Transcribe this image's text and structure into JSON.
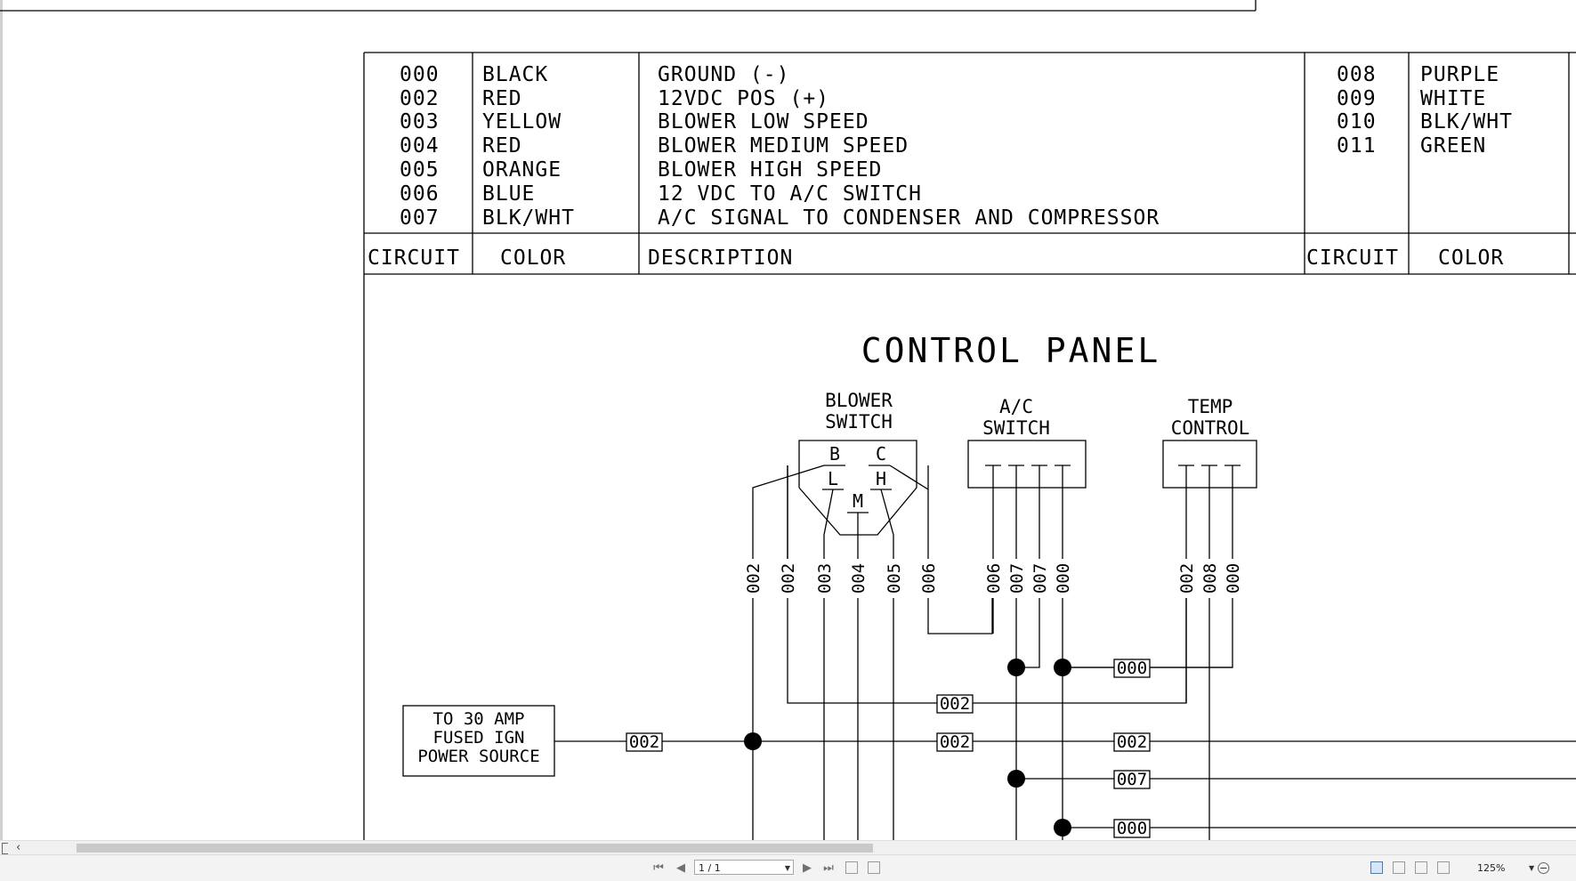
{
  "legend": {
    "headers": {
      "circuit": "CIRCUIT",
      "color": "COLOR",
      "description": "DESCRIPTION",
      "circuit2": "CIRCUIT",
      "color2": "COLOR"
    },
    "left_rows": [
      {
        "circuit": "000",
        "color": "BLACK",
        "description": "GROUND (-)"
      },
      {
        "circuit": "002",
        "color": "RED",
        "description": "12VDC POS (+)"
      },
      {
        "circuit": "003",
        "color": "YELLOW",
        "description": "BLOWER LOW SPEED"
      },
      {
        "circuit": "004",
        "color": "RED",
        "description": "BLOWER MEDIUM SPEED"
      },
      {
        "circuit": "005",
        "color": "ORANGE",
        "description": "BLOWER HIGH SPEED"
      },
      {
        "circuit": "006",
        "color": "BLUE",
        "description": "12 VDC TO A/C SWITCH"
      },
      {
        "circuit": "007",
        "color": "BLK/WHT",
        "description": "A/C SIGNAL TO CONDENSER AND COMPRESSOR"
      }
    ],
    "right_rows": [
      {
        "circuit": "008",
        "color": "PURPLE"
      },
      {
        "circuit": "009",
        "color": "WHITE"
      },
      {
        "circuit": "010",
        "color": "BLK/WHT"
      },
      {
        "circuit": "011",
        "color": "GREEN"
      }
    ]
  },
  "diagram": {
    "title": "CONTROL PANEL",
    "blower_switch_label": [
      "BLOWER",
      "SWITCH"
    ],
    "ac_switch_label": [
      "A/C",
      "SWITCH"
    ],
    "temp_control_label": [
      "TEMP",
      "CONTROL"
    ],
    "terminals": {
      "b": "B",
      "c": "C",
      "l": "L",
      "h": "H",
      "m": "M"
    },
    "power_source_label": [
      "TO 30 AMP",
      "FUSED IGN",
      "POWER SOURCE"
    ],
    "wire_labels": {
      "blower": [
        "002",
        "002",
        "003",
        "004",
        "005",
        "006"
      ],
      "ac": [
        "006",
        "007",
        "007",
        "000"
      ],
      "temp": [
        "002",
        "008",
        "000"
      ]
    },
    "bus_labels": {
      "gnd_top": "000",
      "pos_bus": "002",
      "power_a": "002",
      "power_b": "002",
      "power_c": "002",
      "sig_007": "007",
      "gnd_bottom": "000"
    }
  },
  "viewer": {
    "page_indicator": "1 / 1",
    "zoom": "125%"
  }
}
